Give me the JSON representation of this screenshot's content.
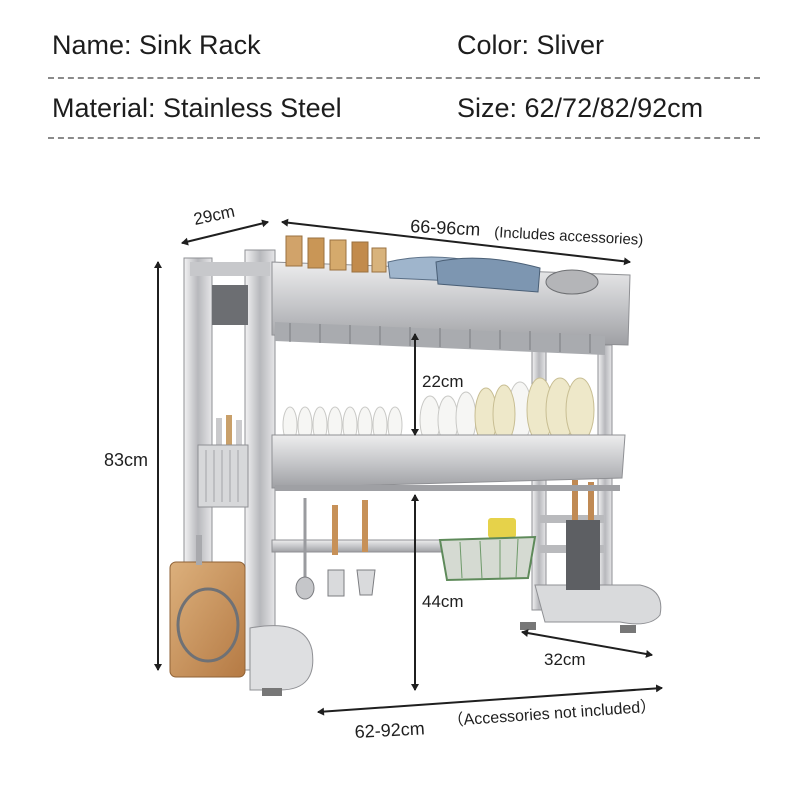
{
  "specs": {
    "name": "Name: Sink Rack",
    "color": "Color: Sliver",
    "material": "Material: Stainless Steel",
    "size": "Size: 62/72/82/92cm"
  },
  "dimensions": {
    "depth": "29cm",
    "top_width": "66-96cm",
    "top_width_note": "(Includes accessories)",
    "tier_gap": "22cm",
    "height": "83cm",
    "inner_clearance": "44cm",
    "foot_depth": "32cm",
    "base_width": "62-92cm",
    "base_width_note": "（Accessories not included）"
  },
  "colors": {
    "steel": "#c9c9cb",
    "steel_dark": "#8e8f93",
    "text": "#1d1d1d",
    "divider": "#8a8a8a"
  }
}
